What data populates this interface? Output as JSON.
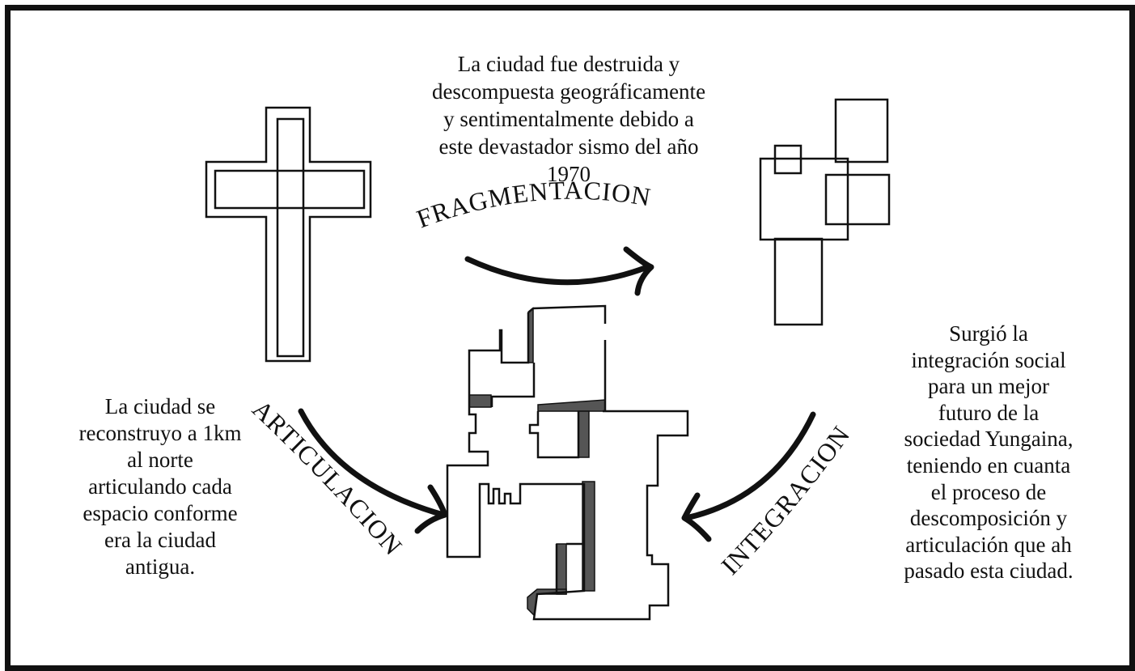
{
  "texts": {
    "top": "La ciudad fue destruida y\ndescompuesta geográficamente\ny sentimentalmente debido a\neste devastador sismo del año\n1970",
    "left": "La ciudad se\nreconstruyo a 1km\nal norte\narticulando cada\nespacio conforme\nera la ciudad\nantigua.",
    "right": "Surgió la\nintegración social\npara un mejor\nfuturo de la\nsociedad Yungaina,\nteniendo en cuanta\nel proceso de\ndescomposición y\narticulación que ah\npasado esta ciudad."
  },
  "labels": {
    "fragmentation": "FRAGMENTACION",
    "articulation": "ARTICULACION",
    "integration": "INTEGRACION"
  },
  "colors": {
    "ink": "#111111",
    "shade": "#555555",
    "background": "#ffffff"
  }
}
